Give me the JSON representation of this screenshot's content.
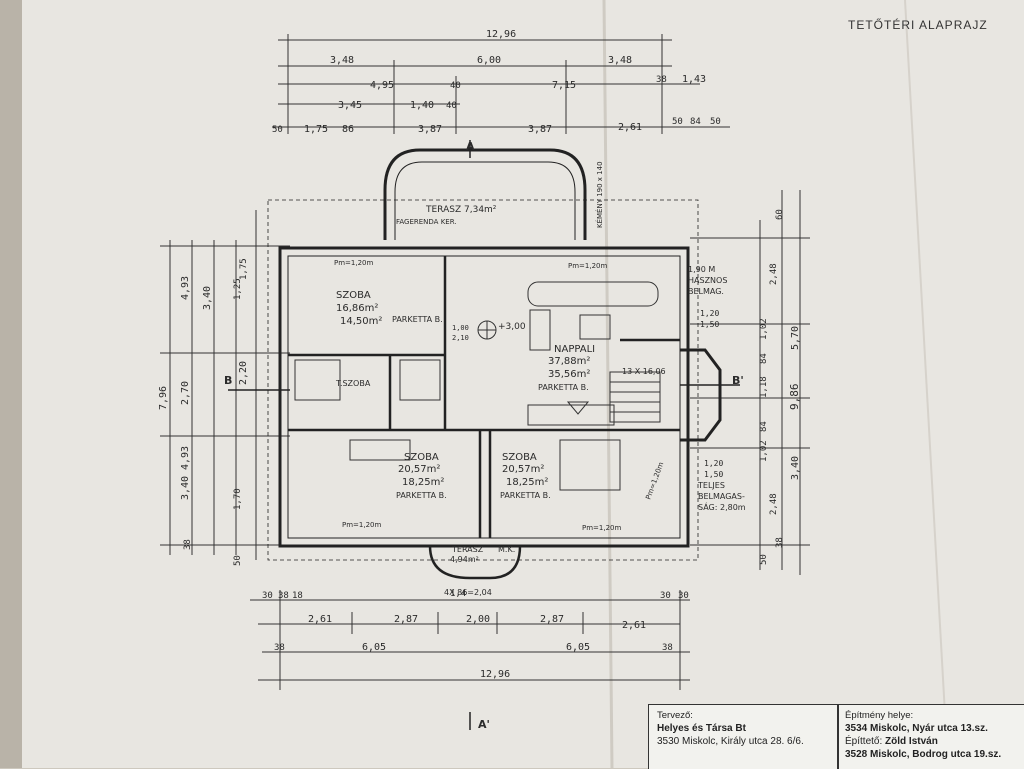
{
  "sheet_title": "TETŐTÉRI ALAPRAJZ",
  "top_dimensions": {
    "row1": [
      "12,96"
    ],
    "row2": [
      "3,48",
      "6,00",
      "3,48"
    ],
    "row3": [
      "4,95",
      "40",
      "7,15",
      "38",
      "1,43"
    ],
    "row4": [
      "3,45",
      "1,40",
      "40"
    ],
    "row5": [
      "50",
      "1,75",
      "86",
      "3,87",
      "3,87",
      "2,61",
      "50",
      "84",
      "50"
    ]
  },
  "bottom_dimensions": {
    "row1": [
      "30",
      "38",
      "18",
      "1,4",
      "30",
      "30"
    ],
    "row2": [
      "2,61",
      "2,87",
      "2,00",
      "2,87",
      "2,61"
    ],
    "row3": [
      "38",
      "6,05",
      "6,05",
      "38"
    ],
    "row4": [
      "12,96"
    ]
  },
  "left_dimensions": [
    "7,96",
    "4,93",
    "4,93",
    "3,40",
    "2,70",
    "3,40",
    "2,20",
    "1,75",
    "1,70",
    "1,25",
    "50",
    "38"
  ],
  "right_dimensions": [
    "9,86",
    "5,70",
    "3,40",
    "2,48",
    "2,48",
    "1,02",
    "1,02",
    "84",
    "1,18",
    "84",
    "60",
    "38",
    "50"
  ],
  "rooms": [
    {
      "name": "TERASZ",
      "area": "7,34m²",
      "note": "FAGERENDA KER."
    },
    {
      "name": "SZOBA",
      "area": "16,86m²",
      "net": "14,50m²",
      "floor": "PARKETTA B."
    },
    {
      "name": "NAPPALI",
      "area": "37,88m²",
      "net": "35,56m²",
      "floor": "PARKETTA B."
    },
    {
      "name": "T.SZOBA",
      "area": "",
      "net": "",
      "floor": ""
    },
    {
      "name": "SZOBA",
      "area": "20,57m²",
      "net": "18,25m²",
      "floor": "PARKETTA B."
    },
    {
      "name": "SZOBA",
      "area": "20,57m²",
      "net": "18,25m²",
      "floor": "PARKETTA B."
    },
    {
      "name": "TERASZ",
      "area": "4,94m²",
      "note": "M.K."
    }
  ],
  "annotations": {
    "window_a": "Pm=1,20m",
    "window_b": "Pm=1,20m",
    "window_c": "Pm=1,20m",
    "window_d": "Pm=1,20m",
    "window_e": "Pm=1,20m",
    "level": "+3,00",
    "stairs": "13 X 16,06",
    "section_left": "B",
    "section_right": "B'",
    "section_top": "A",
    "section_bottom": "A'",
    "hasznos_1": "1,90 M",
    "hasznos_2": "HASZNOS",
    "hasznos_3": "BELMAG.",
    "teljes_1": "TELJES",
    "teljes_2": "BELMAGAS-",
    "teljes_3": "SÁG: 2,80m",
    "dim_120_150": [
      "1,20",
      "1,50"
    ],
    "dim_120_150b": [
      "1,20",
      "1,50"
    ],
    "stair_window": "4X 86=2,04",
    "kemeny": "KÉMÉNY 190 x 140",
    "dim_100_210": [
      "1,00",
      "2,10"
    ]
  },
  "title_block": {
    "designer_label": "Tervező:",
    "designer_name": "Helyes és Társa Bt",
    "designer_address": "3530 Miskolc, Király utca 28. 6/6.",
    "site_label": "Építmény helye:",
    "site_address": "3534 Miskolc, Nyár utca 13.sz.",
    "builder_label": "Építtető:",
    "builder_name": "Zöld István",
    "builder_address": "3528 Miskolc, Bodrog utca 19.sz."
  }
}
